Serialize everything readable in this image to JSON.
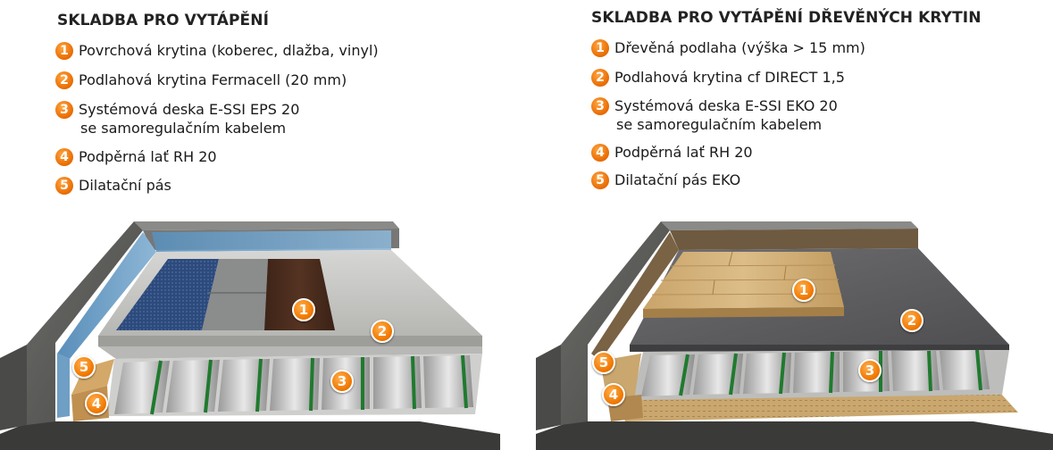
{
  "left": {
    "title": "SKLADBA PRO VYTÁPĚNÍ",
    "items": [
      {
        "num": "1",
        "lines": [
          "Povrchová krytina (koberec, dlažba, vinyl)"
        ]
      },
      {
        "num": "2",
        "lines": [
          "Podlahová krytina Fermacell (20 mm)"
        ]
      },
      {
        "num": "3",
        "lines": [
          "Systémová deska E-SSI EPS 20",
          "se samoregulačním kabelem"
        ]
      },
      {
        "num": "4",
        "lines": [
          "Podpěrná lať RH 20"
        ]
      },
      {
        "num": "5",
        "lines": [
          "Dilatační pás"
        ]
      }
    ],
    "markers": [
      "1",
      "2",
      "3",
      "4",
      "5"
    ]
  },
  "right": {
    "title": "SKLADBA PRO VYTÁPĚNÍ DŘEVĚNÝCH KRYTIN",
    "items": [
      {
        "num": "1",
        "lines": [
          "Dřevěná podlaha (výška > 15 mm)"
        ]
      },
      {
        "num": "2",
        "lines": [
          "Podlahová krytina cf DIRECT 1,5"
        ]
      },
      {
        "num": "3",
        "lines": [
          "Systémová deska E-SSI EKO 20",
          "se samoregulačním kabelem"
        ]
      },
      {
        "num": "4",
        "lines": [
          "Podpěrná lať RH 20"
        ]
      },
      {
        "num": "5",
        "lines": [
          "Dilatační pás EKO"
        ]
      }
    ],
    "markers": [
      "1",
      "2",
      "3",
      "4",
      "5"
    ]
  },
  "colors": {
    "accent": "#f07800",
    "concrete": "#5c5c5a",
    "insulation": "#6f9fc4",
    "cable": "#1f7a2e"
  }
}
